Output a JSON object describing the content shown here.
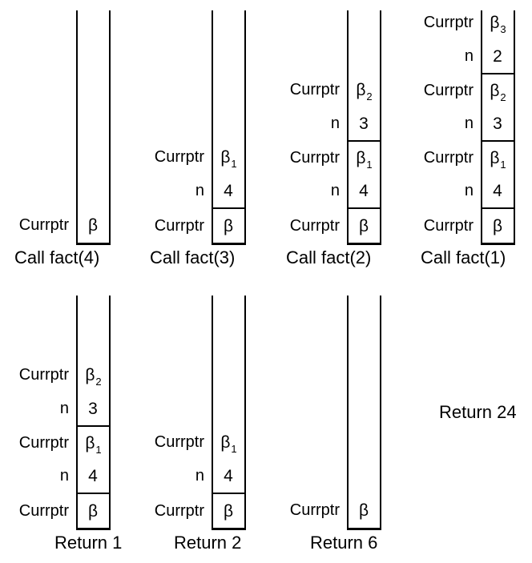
{
  "top_row": {
    "units": [
      {
        "caption": "Call fact(4)",
        "cells": [
          {
            "label": "Currptr",
            "value": "β",
            "sub": ""
          }
        ]
      },
      {
        "caption": "Call fact(3)",
        "cells": [
          {
            "label": "Currptr",
            "value": "β",
            "sub": "1"
          },
          {
            "label": "n",
            "value": "4",
            "sub": ""
          },
          {
            "label": "Currptr",
            "value": "β",
            "sub": ""
          }
        ]
      },
      {
        "caption": "Call fact(2)",
        "cells": [
          {
            "label": "Currptr",
            "value": "β",
            "sub": "2"
          },
          {
            "label": "n",
            "value": "3",
            "sub": ""
          },
          {
            "label": "Currptr",
            "value": "β",
            "sub": "1"
          },
          {
            "label": "n",
            "value": "4",
            "sub": ""
          },
          {
            "label": "Currptr",
            "value": "β",
            "sub": ""
          }
        ]
      },
      {
        "caption": "Call fact(1)",
        "cells": [
          {
            "label": "Currptr",
            "value": "β",
            "sub": "3"
          },
          {
            "label": "n",
            "value": "2",
            "sub": ""
          },
          {
            "label": "Currptr",
            "value": "β",
            "sub": "2"
          },
          {
            "label": "n",
            "value": "3",
            "sub": ""
          },
          {
            "label": "Currptr",
            "value": "β",
            "sub": "1"
          },
          {
            "label": "n",
            "value": "4",
            "sub": ""
          },
          {
            "label": "Currptr",
            "value": "β",
            "sub": ""
          }
        ]
      }
    ]
  },
  "bottom_row": {
    "units": [
      {
        "caption": "Return 1",
        "cells": [
          {
            "label": "Currptr",
            "value": "β",
            "sub": "2"
          },
          {
            "label": "n",
            "value": "3",
            "sub": ""
          },
          {
            "label": "Currptr",
            "value": "β",
            "sub": "1"
          },
          {
            "label": "n",
            "value": "4",
            "sub": ""
          },
          {
            "label": "Currptr",
            "value": "β",
            "sub": ""
          }
        ]
      },
      {
        "caption": "Return 2",
        "cells": [
          {
            "label": "Currptr",
            "value": "β",
            "sub": "1"
          },
          {
            "label": "n",
            "value": "4",
            "sub": ""
          },
          {
            "label": "Currptr",
            "value": "β",
            "sub": ""
          }
        ]
      },
      {
        "caption": "Return 6",
        "cells": [
          {
            "label": "Currptr",
            "value": "β",
            "sub": ""
          }
        ]
      }
    ],
    "final_label": "Return 24"
  }
}
